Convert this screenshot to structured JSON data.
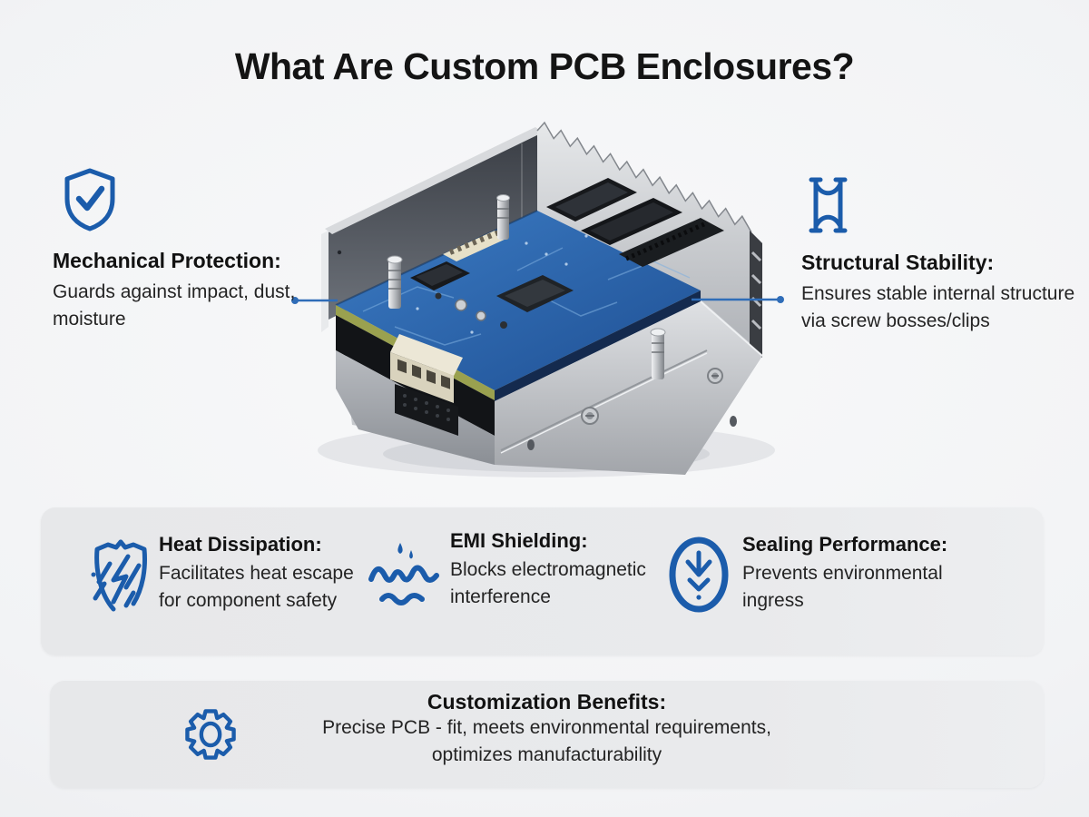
{
  "page": {
    "title": "What Are Custom PCB Enclosures?",
    "background": "#f2f3f5",
    "accent_blue": "#1b5cab",
    "leader_blue": "#2f6db8",
    "band_bg": "#e8e9eb"
  },
  "illustration": {
    "name": "aluminum-pcb-enclosure",
    "description": "Open aluminum enclosure with finned heatsink wall and blue PCB inside"
  },
  "callouts": {
    "left": {
      "icon": "shield-check-icon",
      "title": "Mechanical Protection:",
      "line1": "Guards against impact, dust,",
      "line2": "moisture"
    },
    "right": {
      "icon": "i-beam-icon",
      "title": "Structural Stability:",
      "line1": "Ensures stable internal structure",
      "line2": "via screw bosses/clips"
    }
  },
  "features": [
    {
      "icon": "heat-shield-icon",
      "title": "Heat Dissipation:",
      "line1": "Facilitates heat escape",
      "line2": "for component safety"
    },
    {
      "icon": "emi-waves-icon",
      "title": "EMI Shielding:",
      "line1": "Blocks electromagnetic",
      "line2": "interference"
    },
    {
      "icon": "seal-arrow-icon",
      "title": "Sealing Performance:",
      "line1": "Prevents environmental",
      "line2": "ingress"
    }
  ],
  "benefits": {
    "icon": "gear-icon",
    "title": "Customization Benefits:",
    "line1": "Precise PCB - fit, meets environmental requirements,",
    "line2": "optimizes manufacturability"
  }
}
